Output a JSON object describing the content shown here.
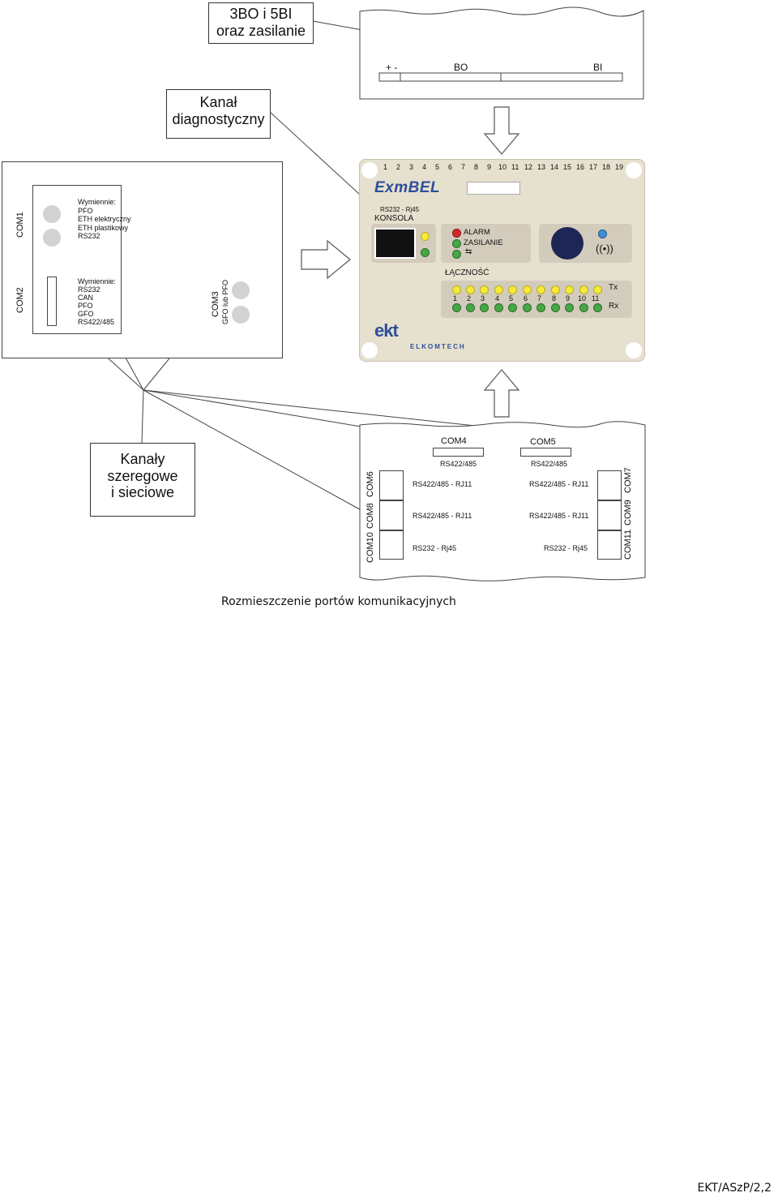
{
  "callouts": {
    "power": {
      "line1": "3BO i 5BI",
      "line2": "oraz zasilanie"
    },
    "diag": {
      "line1": "Kanał",
      "line2": "diagnostyczny"
    },
    "serial": {
      "line1": "Kanały",
      "line2": "szeregowe",
      "line3": "i sieciowe"
    }
  },
  "top_panel": {
    "plus_minus": "+ -",
    "bo": "BO",
    "bi": "BI"
  },
  "left_panel": {
    "com1": "COM1",
    "com2": "COM2",
    "com3": "COM3",
    "com3_sub": "GFO lub PFO",
    "com1_options": [
      "Wymiennie:",
      "PFO",
      "ETH elektryczny",
      "ETH plastikowy",
      "RS232"
    ],
    "com2_options": [
      "Wymiennie:",
      "RS232",
      "CAN",
      "PFO",
      "GFO",
      "RS422/485"
    ]
  },
  "device": {
    "terminal_numbers": [
      "1",
      "2",
      "3",
      "4",
      "5",
      "6",
      "7",
      "8",
      "9",
      "10",
      "11",
      "12",
      "13",
      "14",
      "15",
      "16",
      "17",
      "18",
      "19"
    ],
    "brand": "ExmBEL",
    "console_sub": "RS232 - Rj45",
    "console": "KONSOLA",
    "alarm": "ALARM",
    "power": "ZASILANIE",
    "connectivity": "ŁĄCZNOŚĆ",
    "channel_numbers": [
      "1",
      "2",
      "3",
      "4",
      "5",
      "6",
      "7",
      "8",
      "9",
      "10",
      "11"
    ],
    "tx": "Tx",
    "rx": "Rx",
    "logo": "ekt",
    "company": "ELKOMTECH"
  },
  "bottom_panel": {
    "com4": "COM4",
    "com5": "COM5",
    "com4_type": "RS422/485",
    "com5_type": "RS422/485",
    "left_ports": [
      {
        "com": "COM6",
        "type": "RS422/485 - RJ11"
      },
      {
        "com": "COM8",
        "type": "RS422/485 - RJ11"
      },
      {
        "com": "COM10",
        "type": "RS232 - Rj45"
      }
    ],
    "right_ports": [
      {
        "com": "COM7",
        "type": "RS422/485 - RJ11"
      },
      {
        "com": "COM9",
        "type": "RS422/485 - RJ11"
      },
      {
        "com": "COM11",
        "type": "RS232 - Rj45"
      }
    ]
  },
  "caption": "Rozmieszczenie portów komunikacyjnych",
  "footer": "EKT/ASzP/2,2",
  "colors": {
    "device_face": "#e6e0cf",
    "device_panel": "#d3ccbd",
    "brand_blue": "#2c4f9a",
    "led_yellow": "#f5e93a",
    "led_green": "#45a845",
    "led_red": "#d22a2a"
  }
}
